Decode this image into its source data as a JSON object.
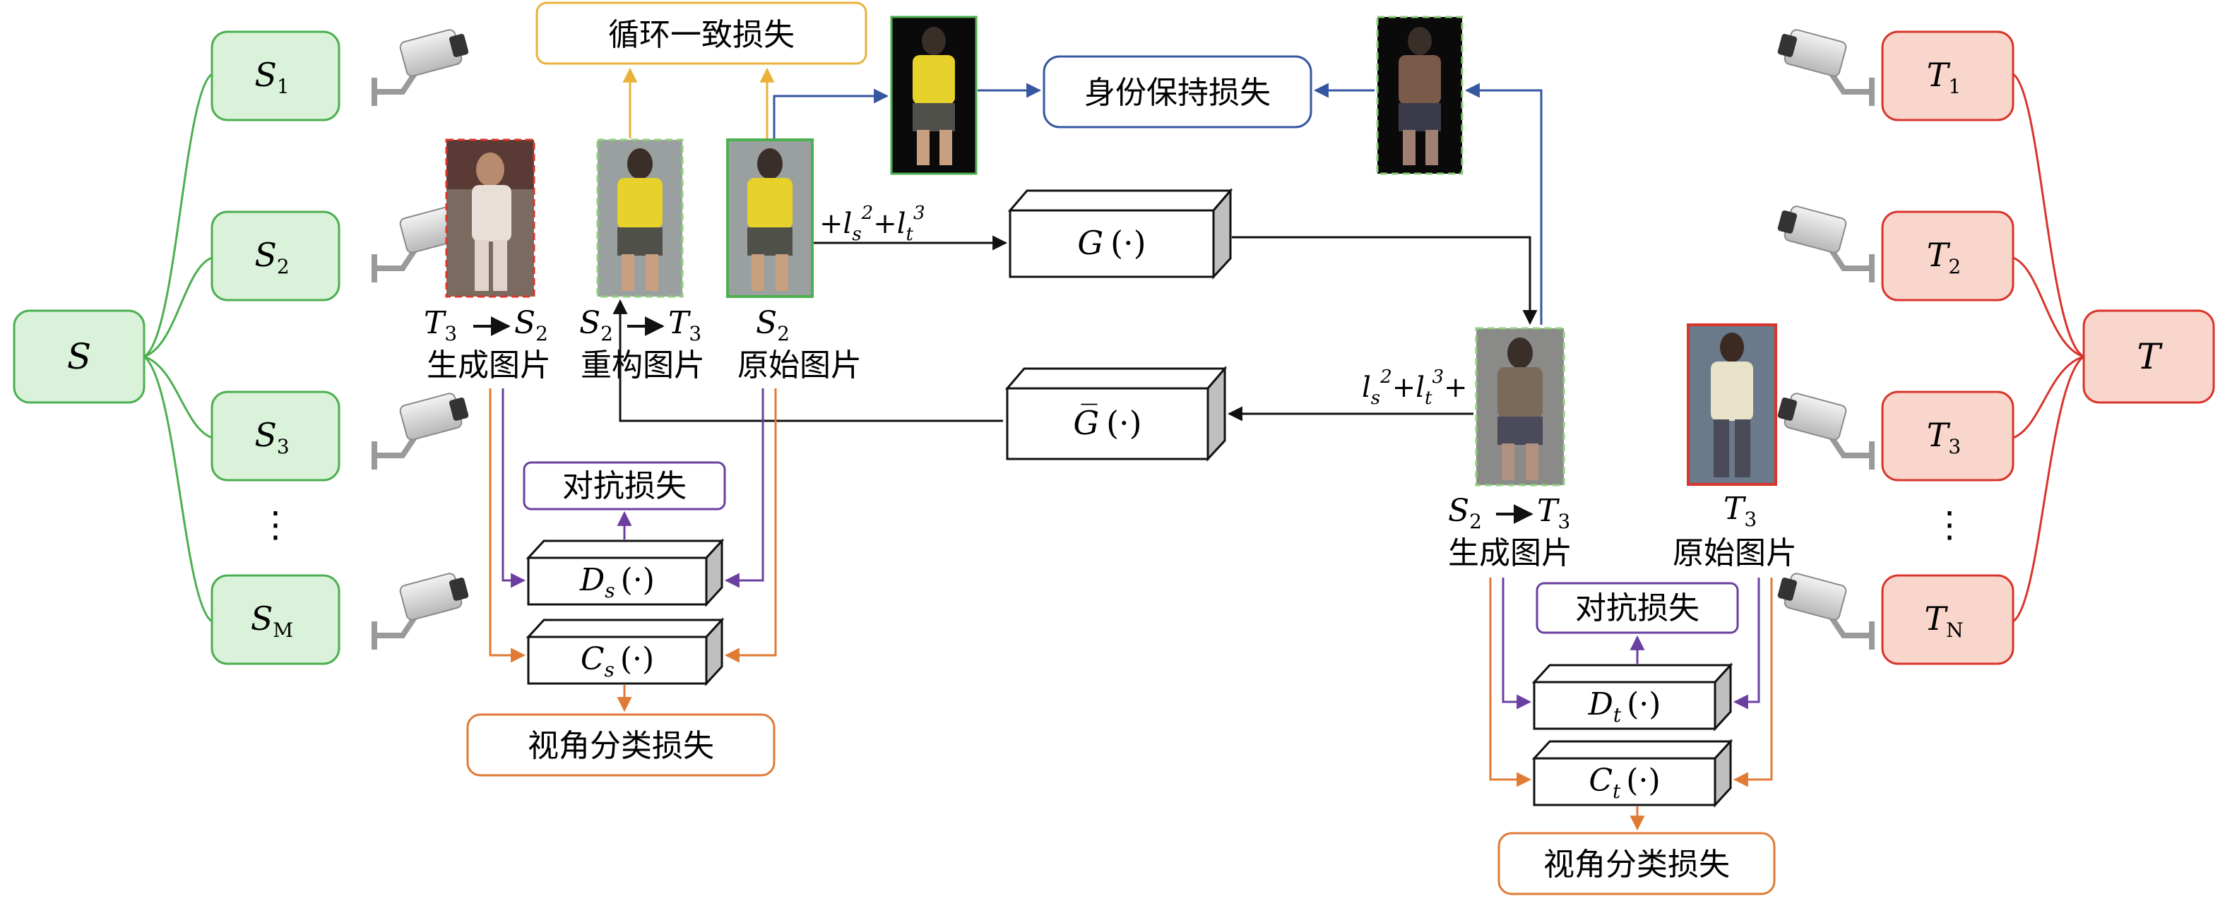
{
  "source": {
    "label": "S",
    "cameras": [
      {
        "base": "S",
        "sub": "1"
      },
      {
        "base": "S",
        "sub": "2"
      },
      {
        "base": "S",
        "sub": "3"
      },
      {
        "base": "S",
        "sub": "M"
      }
    ]
  },
  "target": {
    "label": "T",
    "cameras": [
      {
        "base": "T",
        "sub": "1"
      },
      {
        "base": "T",
        "sub": "2"
      },
      {
        "base": "T",
        "sub": "3"
      },
      {
        "base": "T",
        "sub": "N"
      }
    ]
  },
  "ellipsis": "⋮",
  "losses": {
    "cycle_consistency": "循环一致损失",
    "identity_preserving": "身份保持损失",
    "adversarial": "对抗损失",
    "view_classification": "视角分类损失"
  },
  "images": {
    "gen_t3_to_s2": {
      "from": "T",
      "from_sub": "3",
      "to": "S",
      "to_sub": "2",
      "caption": "生成图片"
    },
    "recon_s2_to_t3": {
      "from": "S",
      "from_sub": "2",
      "to": "T",
      "to_sub": "3",
      "caption": "重构图片"
    },
    "orig_s2": {
      "base": "S",
      "sub": "2",
      "caption": "原始图片"
    },
    "gen_s2_to_t3": {
      "from": "S",
      "from_sub": "2",
      "to": "T",
      "to_sub": "3",
      "caption": "生成图片"
    },
    "orig_t3": {
      "base": "T",
      "sub": "3",
      "caption": "原始图片"
    }
  },
  "modules": {
    "generator": {
      "name": "G",
      "arg": "(·)"
    },
    "inverse_generator": {
      "name": "G̅",
      "arg": "(·)"
    },
    "disc_source": {
      "name": "D",
      "sub": "s",
      "arg": "(·)"
    },
    "cls_source": {
      "name": "C",
      "sub": "s",
      "arg": "(·)"
    },
    "disc_target": {
      "name": "D",
      "sub": "t",
      "arg": "(·)"
    },
    "cls_target": {
      "name": "C",
      "sub": "t",
      "arg": "(·)"
    }
  },
  "edge_labels": {
    "to_generator": "+l_s^2+l_t^3",
    "to_inverse": "l_s^2+l_t^3+"
  },
  "colors": {
    "green_fill": "#d9f2d9",
    "green_stroke": "#4caf50",
    "red_fill": "#f9d6cc",
    "red_stroke": "#d9342b",
    "orange": "#e07a35",
    "yellow": "#e8b23a",
    "blue": "#3556a0",
    "purple": "#6b3fa0",
    "black": "#111111",
    "dashed_red": "#d9342b",
    "dashed_green": "#8fd07c",
    "solid_green": "#4caf50"
  }
}
